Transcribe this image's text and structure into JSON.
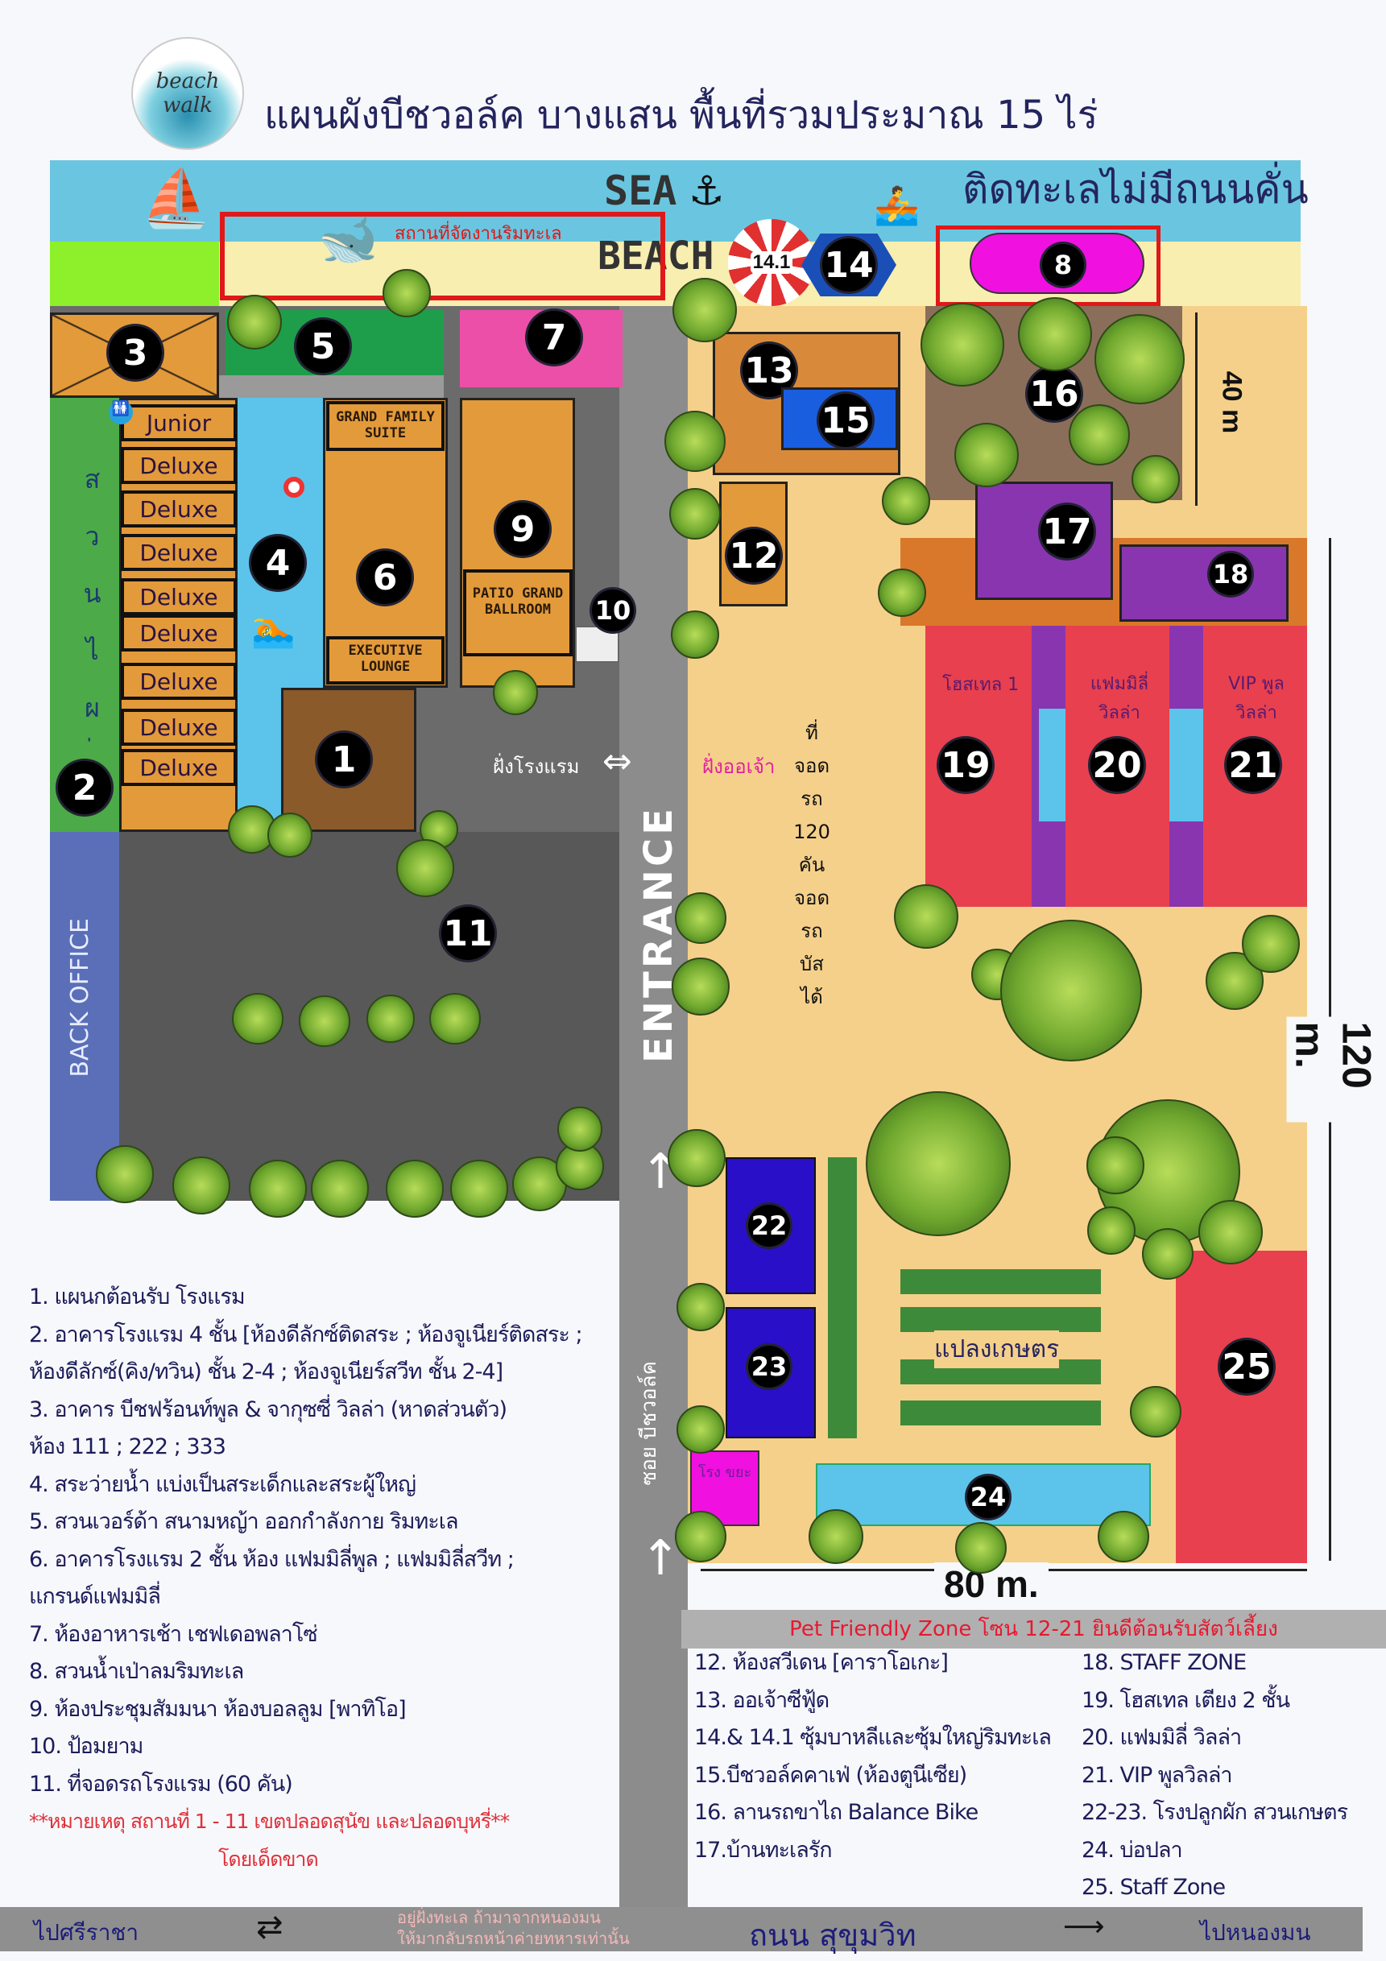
{
  "header": {
    "logo_text": "beach walk",
    "title": "แผนผังบีชวอล์ค บางแสน พื้นที่รวมประมาณ 15 ไร่",
    "subtitle": "ติดทะเลไม่มีถนนคั่น"
  },
  "map": {
    "sea_label": "SEA",
    "beach_label": "BEACH",
    "beach_event_label": "สถานที่จัดงานริมทะเล",
    "garden_label": "สวนไผ่",
    "back_office": "BACK OFFICE",
    "rooms": [
      "Junior",
      "Deluxe",
      "Deluxe",
      "Deluxe",
      "Deluxe",
      "Deluxe",
      "Deluxe",
      "Deluxe",
      "Deluxe"
    ],
    "grand_family_suite": "GRAND FAMILY SUITE",
    "executive_lounge": "EXECUTIVE LOUNGE",
    "patio_ballroom": "PATIO GRAND BALLROOM",
    "hotel_side": "ฝั่งโรงแรม",
    "ojao_side": "ฝั่งออเจ้า",
    "entrance": "ENTRANCE",
    "parking_note": [
      "ที่",
      "จอด",
      "รถ",
      "120",
      "คัน",
      "จอด",
      "รถ",
      "บัส",
      "ได้"
    ],
    "hostel_label": "โฮสเทล 1",
    "family_villa_label": "แฟมมิลี่ วิลล่า",
    "vip_label": "VIP พูลวิลล่า",
    "farm_label": "แปลงเกษตร",
    "garbage_label": "โรง ขยะ",
    "soi_label": "ซอย บีชวอล์ค",
    "dim_40": "40 m",
    "dim_120": "120 m.",
    "dim_80": "80 m.",
    "markers": {
      "m1": "1",
      "m2": "2",
      "m3": "3",
      "m4": "4",
      "m5": "5",
      "m6": "6",
      "m7": "7",
      "m8": "8",
      "m9": "9",
      "m10": "10",
      "m11": "11",
      "m12": "12",
      "m13": "13",
      "m14": "14",
      "m14_1": "14.1",
      "m15": "15",
      "m16": "16",
      "m17": "17",
      "m18": "18",
      "m19": "19",
      "m20": "20",
      "m21": "21",
      "m22": "22",
      "m23": "23",
      "m24": "24",
      "m25": "25"
    },
    "colors": {
      "sea": "#6ac6e0",
      "sand": "#f5d08a",
      "hostel_red": "#e8404e",
      "purple": "#8a35b0",
      "pool": "#5cc4ea",
      "greenhouse": "#2a0fc8"
    }
  },
  "legend_left": [
    "1. แผนกต้อนรับ โรงแรม",
    "2. อาคารโรงแรม 4 ชั้น [ห้องดีลักซ์ติดสระ ; ห้องจูเนียร์ติดสระ ;",
    "ห้องดีลักซ์(คิง/ทวิน) ชั้น 2-4 ; ห้องจูเนียร์สวีท ชั้น 2-4]",
    "3. อาคาร บีชฟร้อนท์พูล & จากุซซี่ วิลล่า (หาดส่วนตัว)",
    "ห้อง 111 ; 222 ; 333",
    "4. สระว่ายน้ำ แบ่งเป็นสระเด็กและสระผู้ใหญ่",
    "5. สวนเวอร์ด้า สนามหญ้า ออกกำลังกาย ริมทะเล",
    "6. อาคารโรงแรม 2 ชั้น ห้อง แฟมมิลี่พูล ; แฟมมิลี่สวีท ;",
    "แกรนด์แฟมมิลี่",
    "7. ห้องอาหารเช้า เชฟเดอพลาโซ่",
    "8. สวนน้ำเป่าลมริมทะเล",
    "9. ห้องประชุมสัมมนา ห้องบอลลูม [พาทิโอ]",
    "10. ป้อมยาม",
    "11. ที่จอดรถโรงแรม (60 คัน)"
  ],
  "note": {
    "line1": "**หมายเหตุ สถานที่ 1 - 11 เขตปลอดสุนัข และปลอดบุหรี่**",
    "line2": "โดยเด็ดขาด"
  },
  "pet_zone": "Pet Friendly Zone โซน 12-21 ยินดีต้อนรับสัตว์เลี้ยง",
  "legend_mid": [
    "12. ห้องสวีเดน [คาราโอเกะ]",
    "13. ออเจ้าซีฟู้ด",
    "14.& 14.1 ซุ้มบาหลีและซุ้มใหญ่ริมทะเล",
    "15.บีชวอล์คคาเฟ่ (ห้องตูนีเซีย)",
    "16. ลานรถขาไถ Balance Bike",
    "17.บ้านทะเลรัก"
  ],
  "legend_right": [
    "18. STAFF ZONE",
    "19. โฮสเทล เตียง 2 ชั้น",
    "20. แฟมมิลี่ วิลล่า",
    "21. VIP พูลวิลล่า",
    "22-23. โรงปลูกผัก สวนเกษตร",
    "24. บ่อปลา",
    "25. Staff Zone"
  ],
  "road": {
    "to_sriracha": "ไปศรีราชา",
    "uturn_note_1": "อยู่ฝั่งทะเล ถ้ามาจากหนองมน",
    "uturn_note_2": "ให้มากลับรถหน้าค่ายทหารเท่านั้น",
    "name": "ถนน สุขุมวิท",
    "to_nongmon": "ไปหนองมน"
  }
}
